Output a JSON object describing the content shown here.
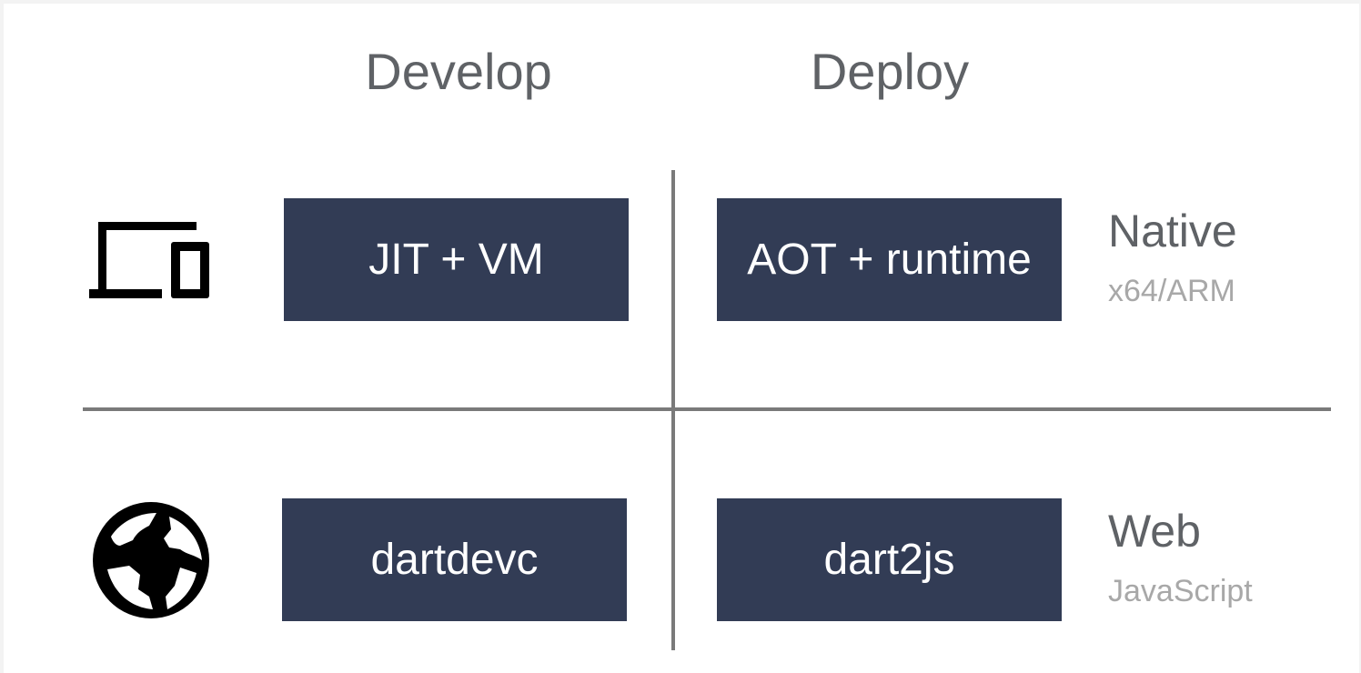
{
  "headers": {
    "develop": "Develop",
    "deploy": "Deploy"
  },
  "rows": {
    "native": {
      "icon": "devices-icon",
      "develop_box": "JIT + VM",
      "deploy_box": "AOT + runtime",
      "target_title": "Native",
      "target_subtitle": "x64/ARM"
    },
    "web": {
      "icon": "globe-icon",
      "develop_box": "dartdevc",
      "deploy_box": "dart2js",
      "target_title": "Web",
      "target_subtitle": "JavaScript"
    }
  },
  "colors": {
    "box_fill": "#323c55",
    "box_text": "#ffffff",
    "header_text": "#5f6266",
    "subtitle_text": "#a8a8a8",
    "divider": "#7a7a7a"
  }
}
